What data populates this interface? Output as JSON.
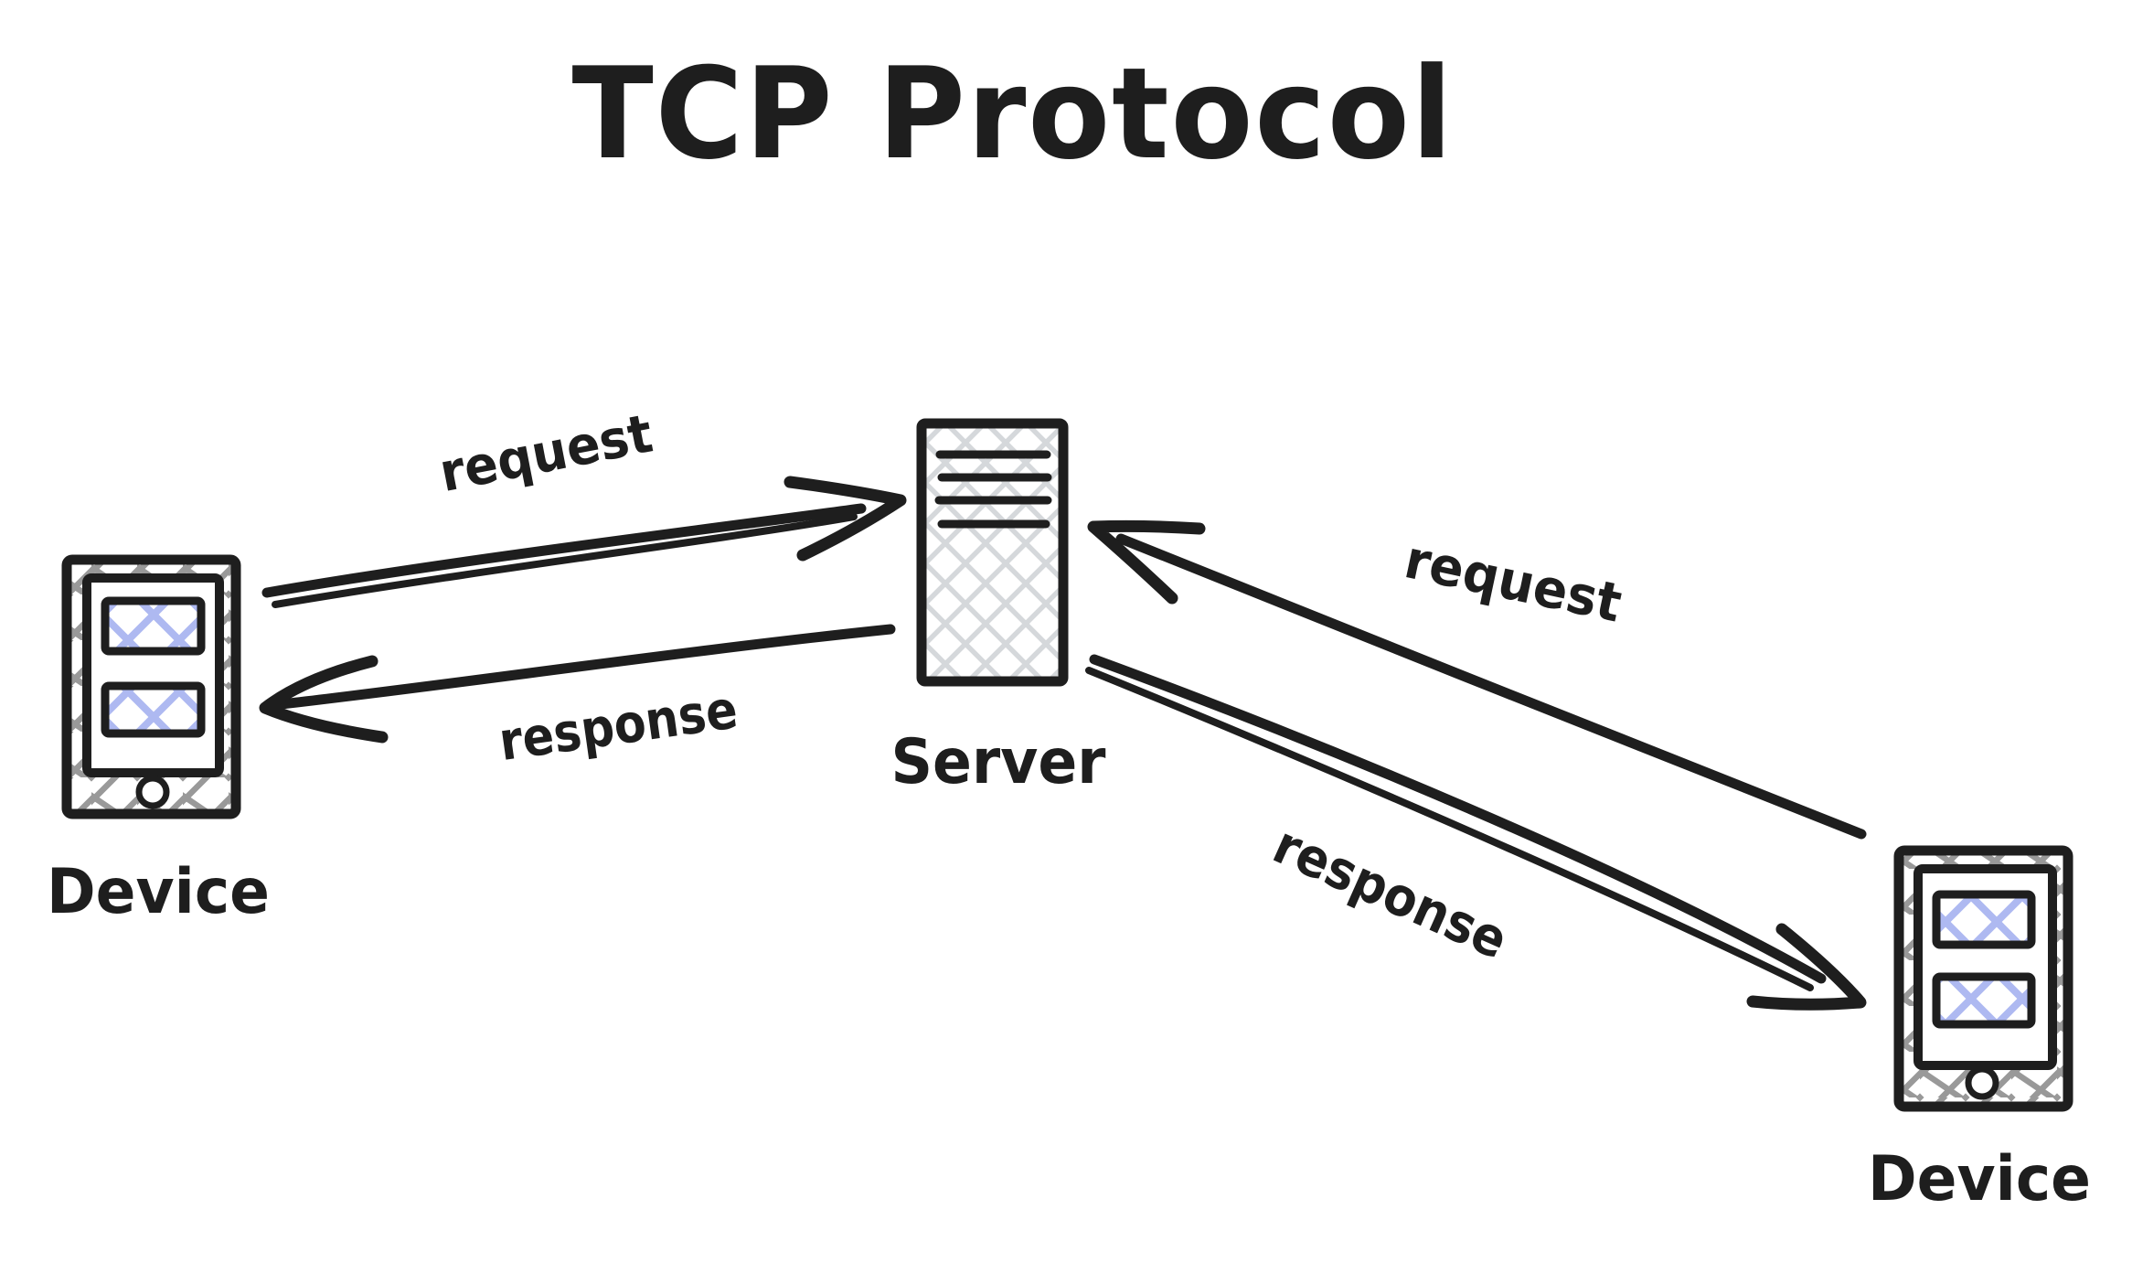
{
  "title": "TCP Protocol",
  "nodes": {
    "device_left": {
      "label": "Device"
    },
    "server": {
      "label": "Server"
    },
    "device_right": {
      "label": "Device"
    }
  },
  "edges": {
    "left_request": {
      "label": "request",
      "from": "device_left",
      "to": "server"
    },
    "left_response": {
      "label": "response",
      "from": "server",
      "to": "device_left"
    },
    "right_request": {
      "label": "request",
      "from": "device_right",
      "to": "server"
    },
    "right_response": {
      "label": "response",
      "from": "server",
      "to": "device_right"
    }
  },
  "colors": {
    "ink": "#1e1e1e",
    "device_body_hatch": "#999999",
    "screen_item_hatch": "#aeb9f1",
    "server_hatch": "#d5d8db",
    "background": "#ffffff"
  }
}
